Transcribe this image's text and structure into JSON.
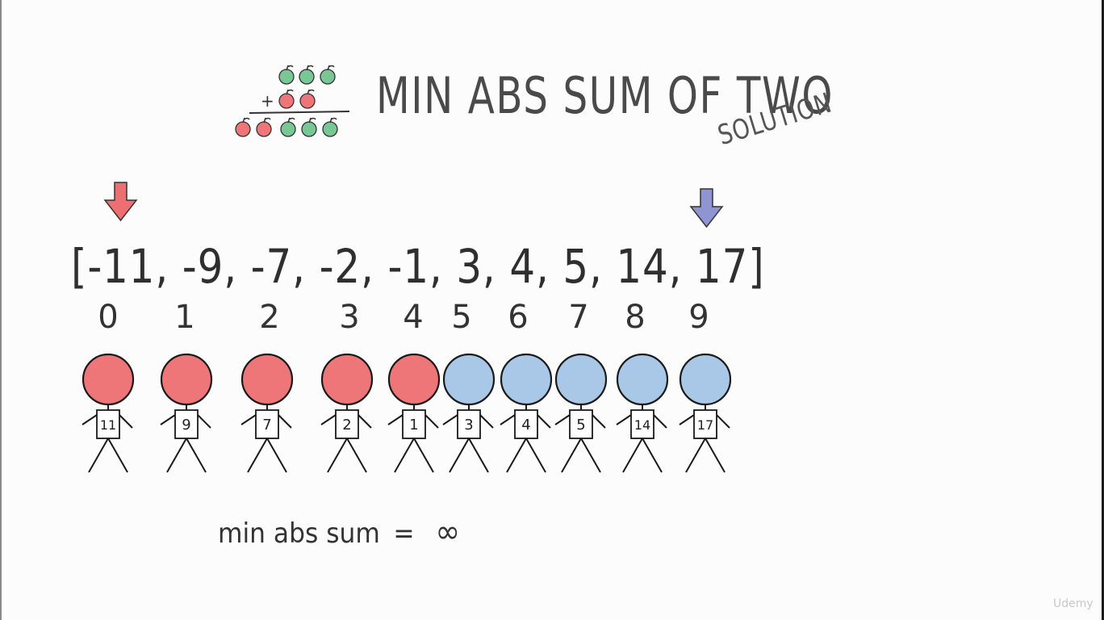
{
  "title": "MIN ABS SUM OF TWO",
  "subtitle": "SOLUTION",
  "array_text": "[-11, -9, -7, -2, -1, 3, 4, 5, 14, 17]",
  "indices": [
    "0",
    "1",
    "2",
    "3",
    "4",
    "5",
    "6",
    "7",
    "8",
    "9"
  ],
  "people": [
    {
      "label": "11",
      "color": "negative"
    },
    {
      "label": "9",
      "color": "negative"
    },
    {
      "label": "7",
      "color": "negative"
    },
    {
      "label": "2",
      "color": "negative"
    },
    {
      "label": "1",
      "color": "negative"
    },
    {
      "label": "3",
      "color": "positive"
    },
    {
      "label": "4",
      "color": "positive"
    },
    {
      "label": "5",
      "color": "positive"
    },
    {
      "label": "14",
      "color": "positive"
    },
    {
      "label": "17",
      "color": "positive"
    }
  ],
  "result": {
    "label": "min abs sum",
    "equals": "=",
    "value": "∞"
  },
  "apple_sum_plus": "+",
  "colors": {
    "negative": "#ee7678",
    "positive": "#a9c8e7",
    "apple_green": "#79c795",
    "apple_red": "#ee7678",
    "left_pointer": "#ee6f72",
    "right_pointer": "#8f95d2"
  },
  "watermark": "Udemy"
}
